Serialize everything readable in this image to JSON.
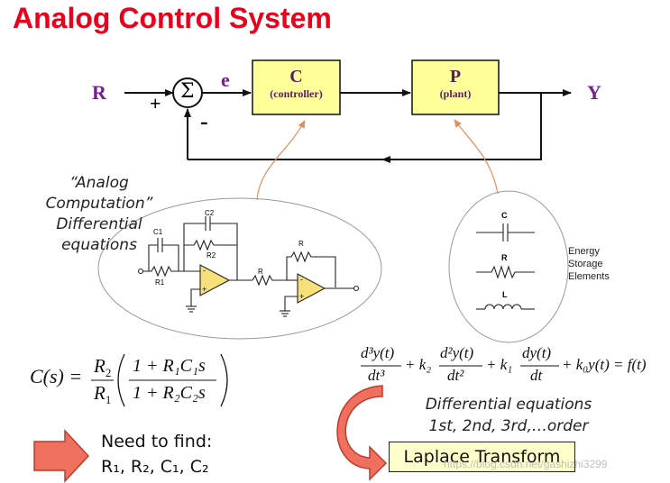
{
  "title": "Analog Control System",
  "block_diagram": {
    "input": "R",
    "output": "Y",
    "summing": "Σ",
    "plus": "+",
    "minus": "-",
    "error": "e",
    "controller": {
      "letter": "C",
      "sub": "(controller)"
    },
    "plant": {
      "letter": "P",
      "sub": "(plant)"
    }
  },
  "analog_caption": [
    "“Analog",
    "Computation”",
    "Differential",
    "equations"
  ],
  "circuit_labels": {
    "c1": "C1",
    "c2": "C2",
    "r1": "R1",
    "r2": "R2",
    "r": "R",
    "r_fb": "R"
  },
  "storage": {
    "c": "C",
    "r": "R",
    "l": "L",
    "caption": [
      "Energy",
      "Storage",
      "Elements"
    ]
  },
  "transfer_function": {
    "lhs": "C(s) =",
    "r2": "R",
    "r2_sub": "2",
    "r1": "R",
    "r1_sub": "1",
    "num": "1 + R₁C₁s",
    "den": "1 + R₂C₂s"
  },
  "ode": "d³y(t)/dt³ + k₂ d²y(t)/dt² + k₁ dy(t)/dt + k₀y(t) = f(t)",
  "ode_parts": {
    "t1_num": "d³y(t)",
    "t1_den": "dt³",
    "plus_k2": "+ k₂",
    "t2_num": "d²y(t)",
    "t2_den": "dt²",
    "plus_k1": "+ k₁",
    "t3_num": "dy(t)",
    "t3_den": "dt",
    "tail": "+ k₀y(t) = f(t)"
  },
  "de_caption": [
    "Differential equations",
    "1st, 2nd, 3rd,…order"
  ],
  "need_to_find": {
    "line1": "Need to find:",
    "line2": "R₁, R₂, C₁, C₂"
  },
  "laplace": "Laplace Transform",
  "watermark": "https://blog.csdn.net/gashizhi3299",
  "colors": {
    "title": "#e8001c",
    "block_fill": "#ffff99",
    "label": "#7a1f8f",
    "arrow_fill": "#f07060",
    "connector": "#e09060"
  }
}
